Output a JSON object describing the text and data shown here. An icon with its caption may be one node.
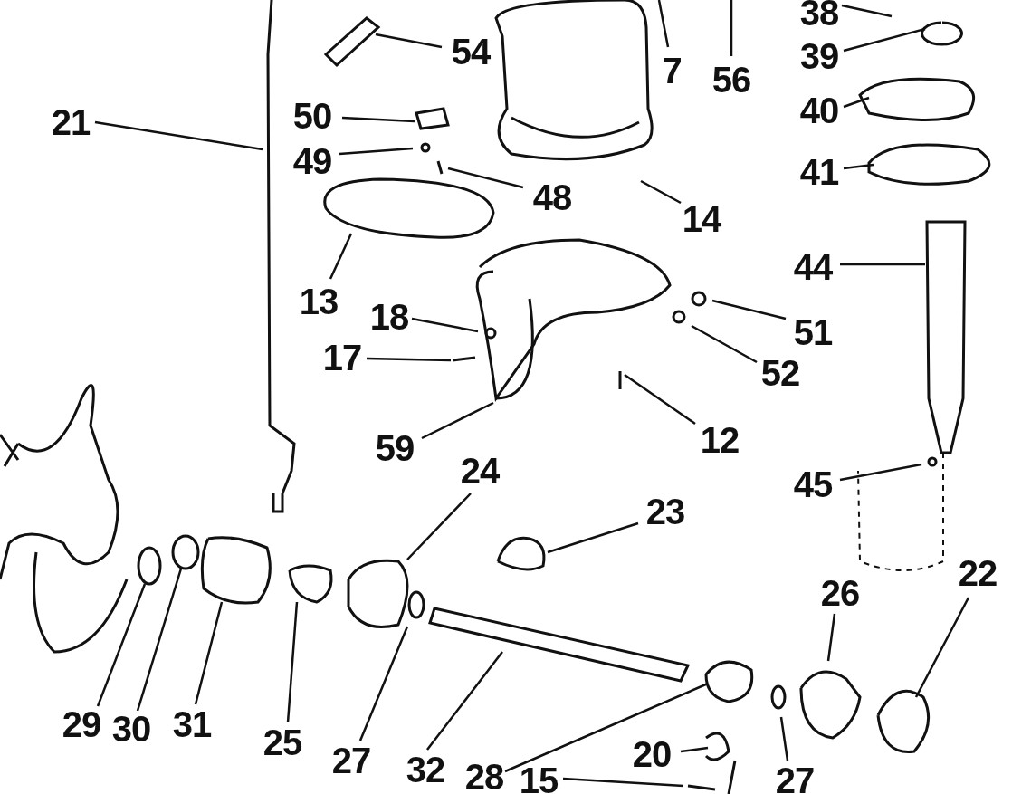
{
  "diagram": {
    "nodes": [
      {
        "text": [
          "38"
        ]
      },
      {
        "text": [
          "54"
        ]
      },
      {
        "text": [
          "39"
        ]
      },
      {
        "text": [
          "7"
        ]
      },
      {
        "text": [
          "56"
        ]
      },
      {
        "text": [
          "40"
        ]
      },
      {
        "text": [
          "21"
        ]
      },
      {
        "text": [
          "50"
        ]
      },
      {
        "text": [
          "49"
        ]
      },
      {
        "text": [
          "41"
        ]
      },
      {
        "text": [
          "48"
        ]
      },
      {
        "text": [
          "14"
        ]
      },
      {
        "text": [
          "44"
        ]
      },
      {
        "text": [
          "13"
        ]
      },
      {
        "text": [
          "18"
        ]
      },
      {
        "text": [
          "51"
        ]
      },
      {
        "text": [
          "17"
        ]
      },
      {
        "text": [
          "52"
        ]
      },
      {
        "text": [
          "12"
        ]
      },
      {
        "text": [
          "59"
        ]
      },
      {
        "text": [
          "24"
        ]
      },
      {
        "text": [
          "45"
        ]
      },
      {
        "text": [
          "23"
        ]
      },
      {
        "text": [
          "22"
        ]
      },
      {
        "text": [
          "26"
        ]
      },
      {
        "text": [
          "29"
        ]
      },
      {
        "text": [
          "30"
        ]
      },
      {
        "text": [
          "31"
        ]
      },
      {
        "text": [
          "25"
        ]
      },
      {
        "text": [
          "20"
        ]
      },
      {
        "text": [
          "27"
        ]
      },
      {
        "text": [
          "32"
        ]
      },
      {
        "text": [
          "28"
        ]
      },
      {
        "text": [
          "15"
        ]
      },
      {
        "text": [
          "27"
        ]
      }
    ],
    "edges": [
      {
        "from": 0,
        "to": null,
        "arrow": "none"
      },
      {
        "from": 1,
        "to": null,
        "arrow": "none"
      },
      {
        "from": 2,
        "to": null,
        "arrow": "none"
      },
      {
        "from": 3,
        "to": null,
        "arrow": "none"
      },
      {
        "from": 4,
        "to": null,
        "arrow": "none"
      },
      {
        "from": 5,
        "to": null,
        "arrow": "none"
      },
      {
        "from": 6,
        "to": null,
        "arrow": "none"
      },
      {
        "from": 7,
        "to": null,
        "arrow": "none"
      },
      {
        "from": 8,
        "to": null,
        "arrow": "none"
      },
      {
        "from": 9,
        "to": null,
        "arrow": "none"
      },
      {
        "from": 10,
        "to": null,
        "arrow": "none"
      },
      {
        "from": 11,
        "to": null,
        "arrow": "none"
      },
      {
        "from": 12,
        "to": null,
        "arrow": "none"
      },
      {
        "from": 13,
        "to": null,
        "arrow": "none"
      },
      {
        "from": 14,
        "to": null,
        "arrow": "none"
      },
      {
        "from": 15,
        "to": null,
        "arrow": "none"
      },
      {
        "from": 16,
        "to": null,
        "arrow": "none"
      },
      {
        "from": 17,
        "to": null,
        "arrow": "none"
      },
      {
        "from": 18,
        "to": null,
        "arrow": "none"
      },
      {
        "from": 19,
        "to": null,
        "arrow": "none"
      },
      {
        "from": 20,
        "to": null,
        "arrow": "none"
      },
      {
        "from": 21,
        "to": null,
        "arrow": "none"
      },
      {
        "from": 22,
        "to": null,
        "arrow": "none"
      },
      {
        "from": 23,
        "to": null,
        "arrow": "none"
      },
      {
        "from": 24,
        "to": null,
        "arrow": "none"
      },
      {
        "from": 25,
        "to": null,
        "arrow": "none"
      },
      {
        "from": 26,
        "to": null,
        "arrow": "none"
      },
      {
        "from": 27,
        "to": null,
        "arrow": "none"
      },
      {
        "from": 28,
        "to": null,
        "arrow": "none"
      },
      {
        "from": 29,
        "to": null,
        "arrow": "none"
      },
      {
        "from": 30,
        "to": null,
        "arrow": "none"
      },
      {
        "from": 31,
        "to": null,
        "arrow": "none"
      },
      {
        "from": 32,
        "to": null,
        "arrow": "none"
      },
      {
        "from": 33,
        "to": null,
        "arrow": "none"
      },
      {
        "from": 34,
        "to": null,
        "arrow": "none"
      }
    ]
  }
}
